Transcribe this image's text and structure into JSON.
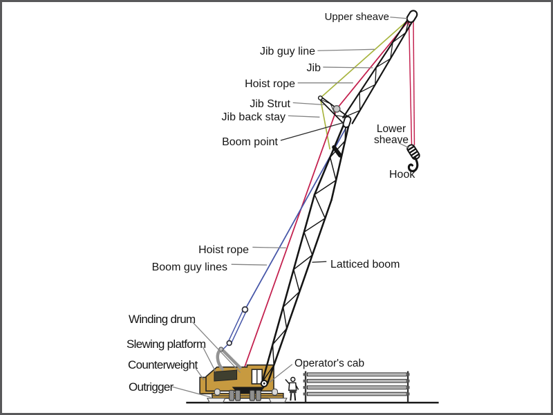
{
  "figure": {
    "type": "labeled-diagram",
    "subject": "Lattice boom crane with jib — labeled parts",
    "background": "#ffffff",
    "border_color": "#58585a"
  },
  "labels": {
    "upper_sheave": "Upper sheave",
    "jib_guy_line": "Jib guy line",
    "jib": "Jib",
    "hoist_rope_upper": "Hoist rope",
    "jib_strut": "Jib Strut",
    "jib_back_stay": "Jib back stay",
    "boom_point": "Boom point",
    "lower_sheave": "Lower sheave",
    "hook": "Hook",
    "hoist_rope_lower": "Hoist rope",
    "boom_guy_lines": "Boom guy lines",
    "latticed_boom": "Latticed boom",
    "winding_drum": "Winding drum",
    "slewing_platform": "Slewing platform",
    "counterweight": "Counterweight",
    "outrigger": "Outrigger",
    "operators_cab": "Operator's cab"
  },
  "colors": {
    "hoist_rope": "#c3204e",
    "guy_line": "#a7b43e",
    "boom_guy": "#4656a8",
    "crane_body": "#c79a40",
    "structure_ink": "#141414",
    "leader_gray": "#828282",
    "leader_dark": "#2a2a2a",
    "metal_gray": "#949494"
  }
}
